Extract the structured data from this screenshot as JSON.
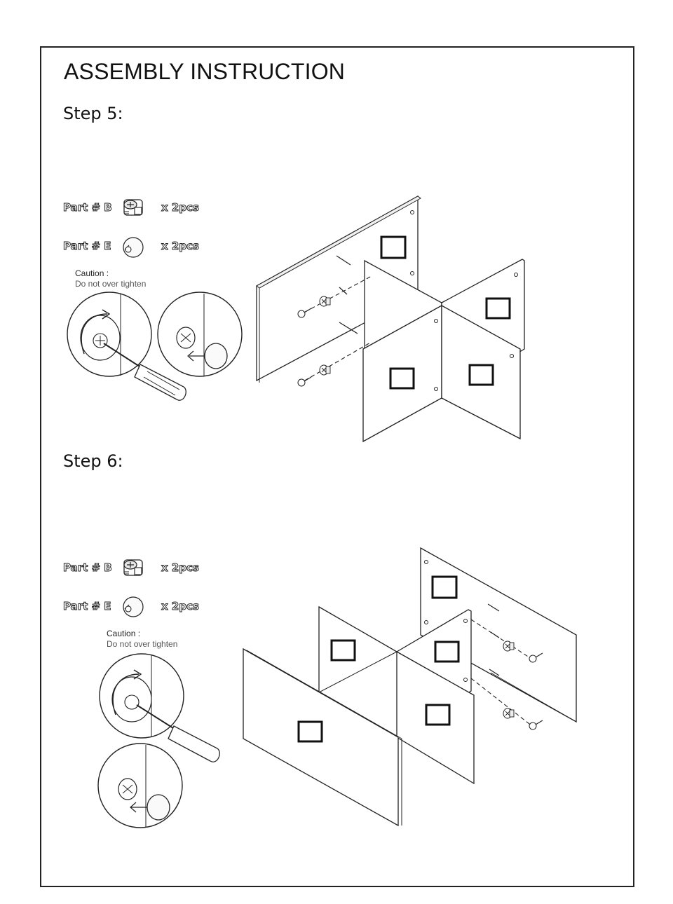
{
  "header": {
    "title": "ASSEMBLY INSTRUCTION"
  },
  "steps": [
    {
      "label": "Step 5:",
      "parts": [
        {
          "name": "Part # B",
          "qty": "x 2pcs",
          "icon": "cam-lock-icon"
        },
        {
          "name": "Part # E",
          "qty": "x 2pcs",
          "icon": "cam-bolt-icon"
        }
      ],
      "caution_title": "Caution :",
      "caution_text": "Do not over tighten"
    },
    {
      "label": "Step 6:",
      "parts": [
        {
          "name": "Part # B",
          "qty": "x 2pcs",
          "icon": "cam-lock-icon"
        },
        {
          "name": "Part # E",
          "qty": "x 2pcs",
          "icon": "cam-bolt-icon"
        }
      ],
      "caution_title": "Caution :",
      "caution_text": "Do not over tighten"
    }
  ]
}
